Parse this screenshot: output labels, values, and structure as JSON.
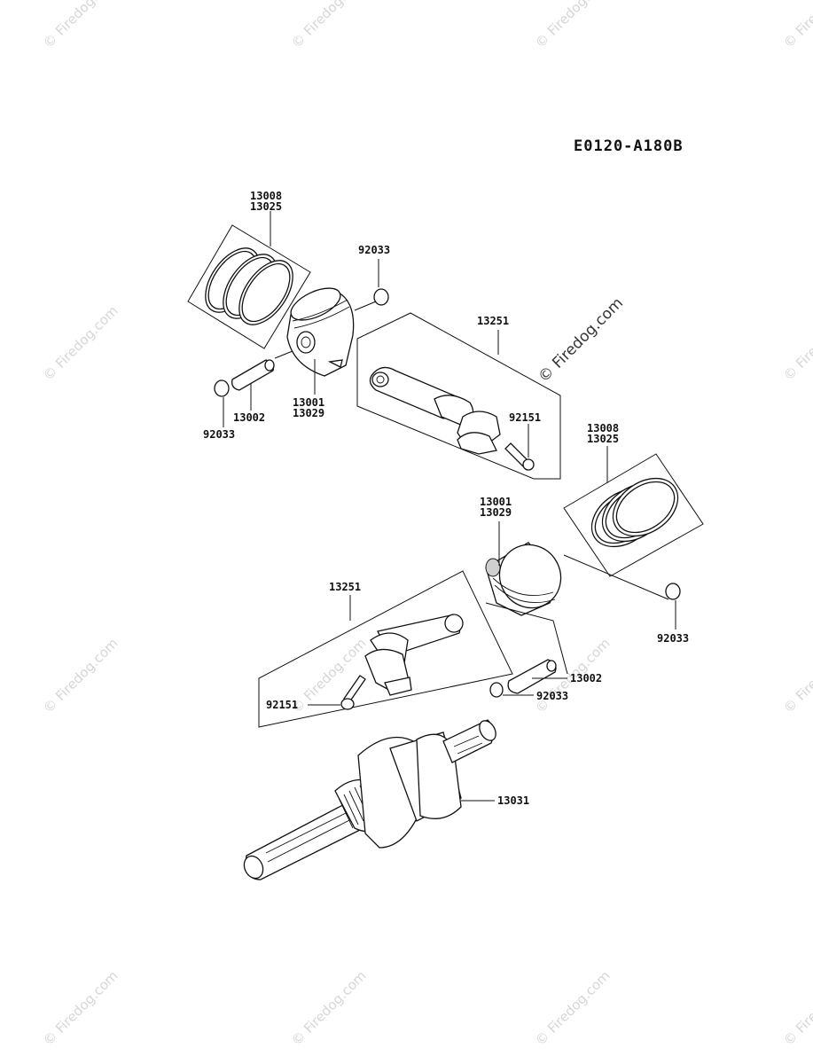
{
  "diagram_code": "E0120-A180B",
  "watermark": {
    "text": "© Firedog.com",
    "feature_text": "© Firedog.com",
    "color": "#d6d6d6"
  },
  "labels": {
    "ring_set_top": [
      "13008",
      "13025"
    ],
    "circlip_top_right": "92033",
    "rod_assembly_top": "13251",
    "piston_top": [
      "13001",
      "13029"
    ],
    "pin_top": "13002",
    "circlip_top_left": "92033",
    "bolt_top": "92151",
    "ring_set_right": [
      "13008",
      "13025"
    ],
    "piston_lower": [
      "13001",
      "13029"
    ],
    "rod_assembly_lower": "13251",
    "circlip_right": "92033",
    "pin_lower": "13002",
    "circlip_lower": "92033",
    "bolt_lower": "92151",
    "crankshaft": "13031"
  }
}
